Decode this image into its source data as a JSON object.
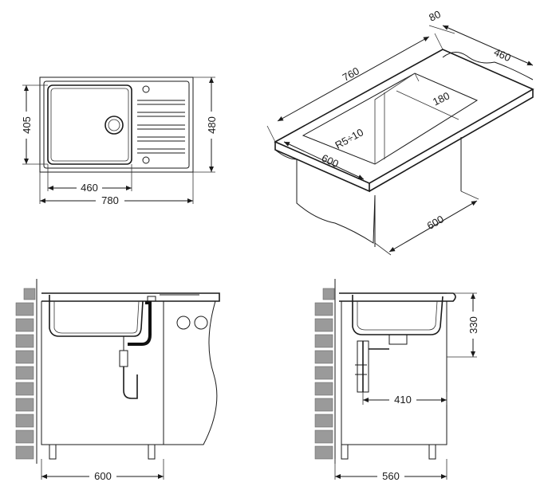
{
  "views": {
    "top": {
      "dimensions": {
        "overall_width": "780",
        "bowl_width": "460",
        "overall_depth": "480",
        "bowl_depth": "405"
      }
    },
    "isometric": {
      "dimensions": {
        "length": "760",
        "depth": "460",
        "edge": "80",
        "drainer": "180",
        "radius": "R5÷10",
        "cabinet_front": "600",
        "cabinet_depth": "600"
      }
    },
    "front": {
      "dimensions": {
        "cabinet_width": "600"
      }
    },
    "side": {
      "dimensions": {
        "bowl_height": "330",
        "drain_offset": "410",
        "cabinet_depth": "560"
      }
    }
  },
  "colors": {
    "line": "#1a1a1a",
    "wall": "#9a9a9a",
    "pipe": "#111111"
  }
}
